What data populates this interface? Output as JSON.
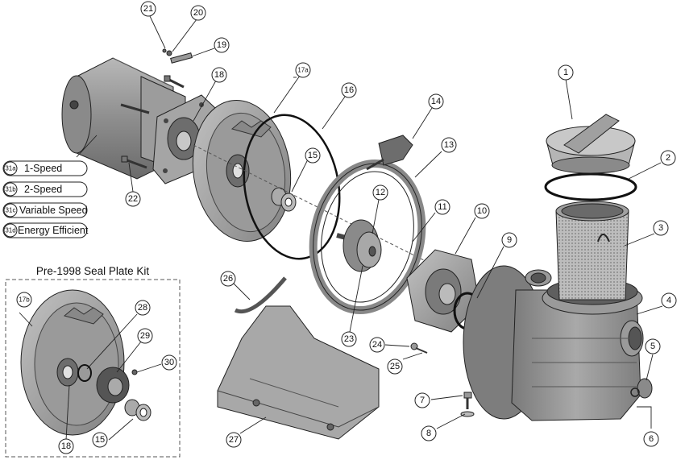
{
  "callouts": {
    "c1": "1",
    "c2": "2",
    "c3": "3",
    "c4": "4",
    "c5": "5",
    "c6": "6",
    "c7": "7",
    "c8": "8",
    "c9": "9",
    "c10": "10",
    "c11": "11",
    "c12": "12",
    "c13": "13",
    "c14": "14",
    "c15": "15",
    "c15b": "15",
    "c16": "16",
    "c17a": "17a",
    "c17b": "17b",
    "c18": "18",
    "c18b": "18",
    "c19": "19",
    "c20": "20",
    "c21": "21",
    "c22": "22",
    "c23": "23",
    "c24": "24",
    "c25": "25",
    "c26": "26",
    "c27": "27",
    "c28": "28",
    "c29": "29",
    "c30": "30"
  },
  "motor_options": [
    {
      "code": "31a",
      "label": "1-Speed"
    },
    {
      "code": "31b",
      "label": "2-Speed"
    },
    {
      "code": "31c",
      "label": "Variable Speed"
    },
    {
      "code": "31d",
      "label": "Energy Efficient"
    }
  ],
  "seal_plate_kit": {
    "title": "Pre-1998 Seal Plate Kit"
  },
  "colors": {
    "part_fill": "#9a9a9a",
    "part_dark": "#6d6d6d",
    "part_light": "#c4c4c4",
    "line": "#222222"
  }
}
